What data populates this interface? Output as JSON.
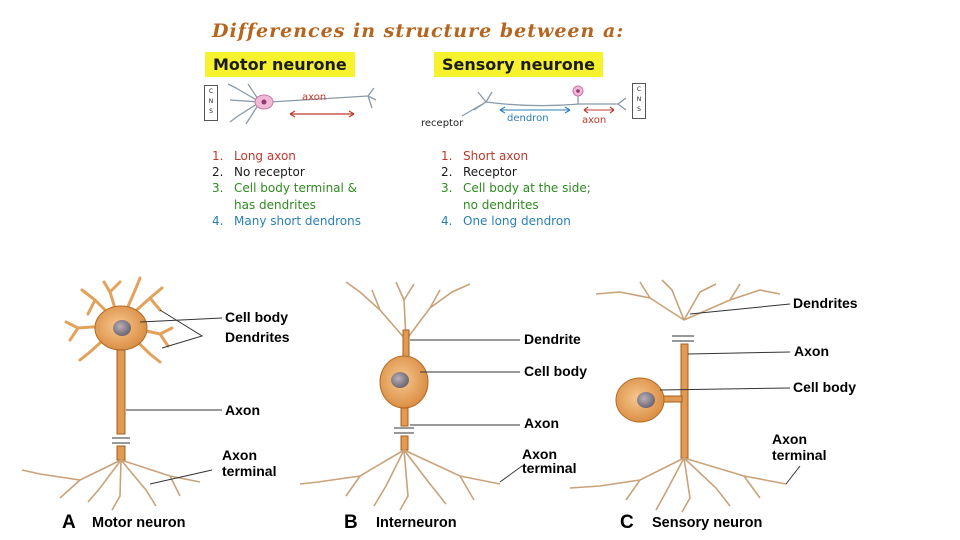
{
  "top": {
    "title": "Differences in structure between a:",
    "motor_heading": "Motor neurone",
    "sensory_heading": "Sensory neurone",
    "cns_left": [
      "C",
      "N",
      "S"
    ],
    "cns_right": [
      "C",
      "N",
      "S"
    ],
    "motor_diagram_labels": {
      "axon": "axon"
    },
    "sensory_diagram_labels": {
      "receptor": "receptor",
      "dendron": "dendron",
      "axon": "axon"
    },
    "motor_list": [
      {
        "num": "1.",
        "lines": [
          "Long axon"
        ]
      },
      {
        "num": "2.",
        "lines": [
          "No receptor"
        ]
      },
      {
        "num": "3.",
        "lines": [
          "Cell body terminal &",
          "has dendrites"
        ]
      },
      {
        "num": "4.",
        "lines": [
          "Many short dendrons"
        ]
      }
    ],
    "sensory_list": [
      {
        "num": "1.",
        "lines": [
          "Short axon"
        ]
      },
      {
        "num": "2.",
        "lines": [
          "Receptor"
        ]
      },
      {
        "num": "3.",
        "lines": [
          "Cell body at the side;",
          "no dendrites"
        ]
      },
      {
        "num": "4.",
        "lines": [
          "One long dendron"
        ]
      }
    ]
  },
  "figure": {
    "motor": {
      "labels": {
        "cell_body": "Cell body",
        "dendrites": "Dendrites",
        "axon": "Axon",
        "axon_terminal_1": "Axon",
        "axon_terminal_2": "terminal"
      },
      "caption_letter": "A",
      "caption": "Motor neuron"
    },
    "inter": {
      "labels": {
        "dendrite": "Dendrite",
        "cell_body": "Cell body",
        "axon": "Axon",
        "axon_terminal_1": "Axon",
        "axon_terminal_2": "terminal"
      },
      "caption_letter": "B",
      "caption": "Interneuron"
    },
    "sensory": {
      "labels": {
        "dendrites": "Dendrites",
        "axon": "Axon",
        "cell_body": "Cell body",
        "axon_terminal_1": "Axon",
        "axon_terminal_2": "terminal"
      },
      "caption_letter": "C",
      "caption": "Sensory neuron"
    }
  },
  "colors": {
    "title": "#b5651d",
    "highlight": "#f7f22e",
    "item1": "#c0392b",
    "item2": "#1b1b1b",
    "item3": "#2e8b1f",
    "item4": "#2a7fb8",
    "neuron_fill": "#e8a15a",
    "neuron_stroke": "#9a5a1c",
    "caption_letter": "#d0341b"
  }
}
